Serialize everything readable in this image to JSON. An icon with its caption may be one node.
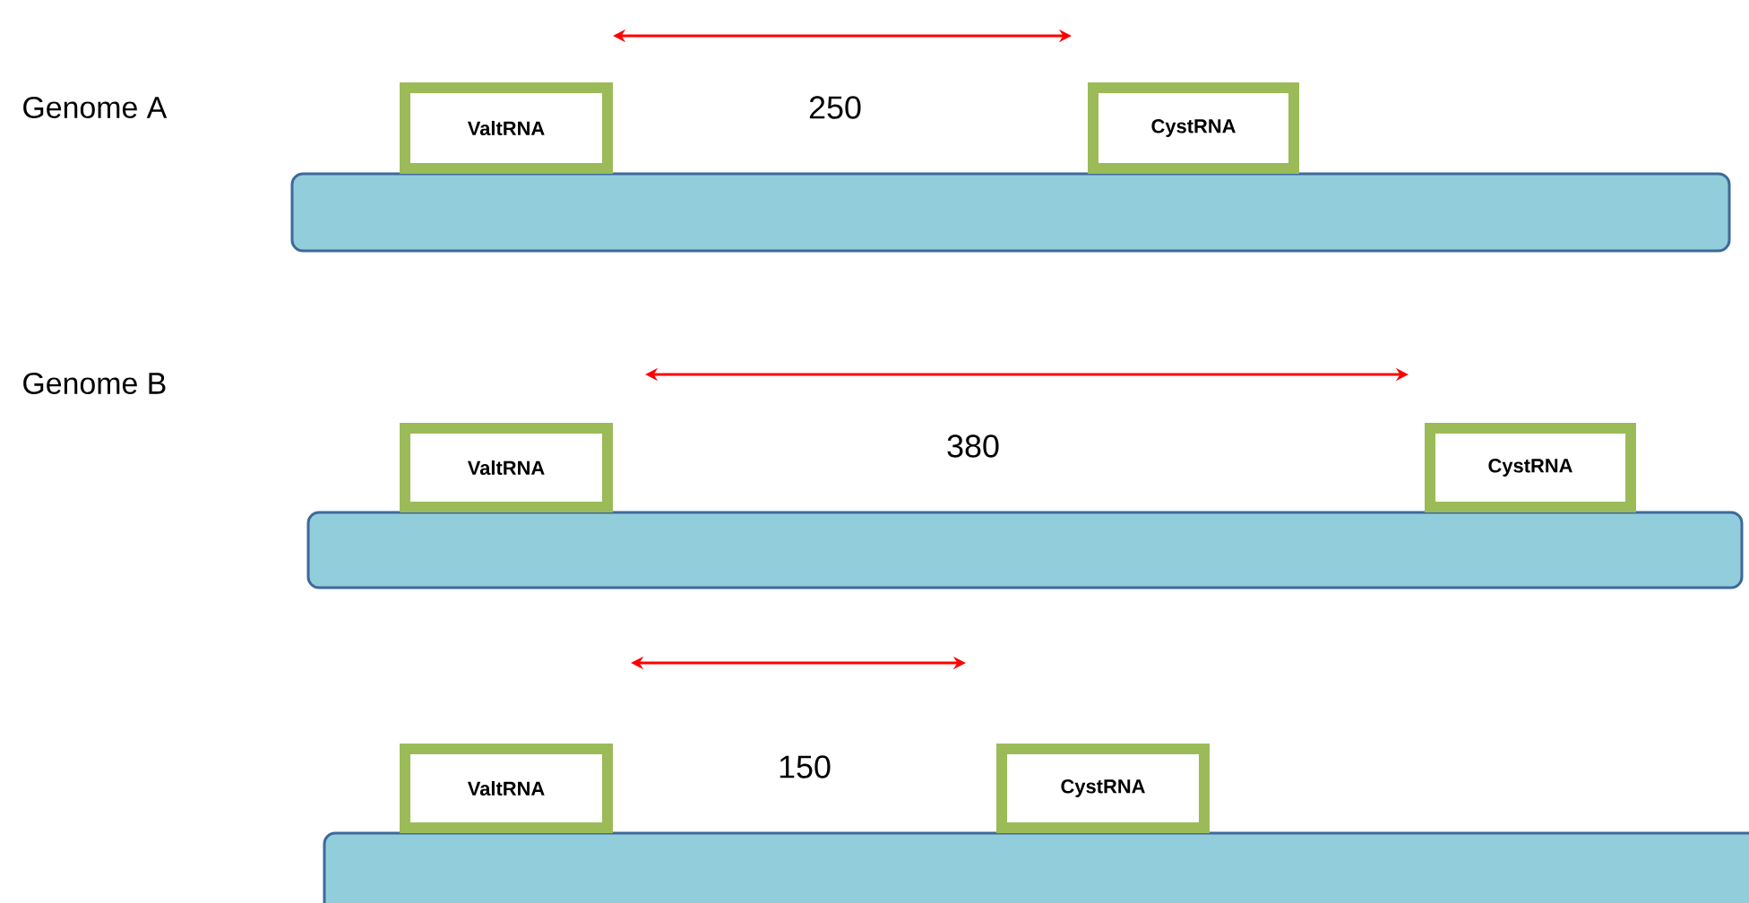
{
  "diagram": {
    "nodes": [
      {
        "text": [
          "ValtRNA"
        ]
      },
      {
        "text": [
          "CystRNA"
        ]
      },
      {
        "text": [],
        "shape": "bar"
      },
      {
        "text": [
          "ValtRNA"
        ]
      },
      {
        "text": [
          "CystRNA"
        ]
      },
      {
        "text": [],
        "shape": "bar"
      },
      {
        "text": [
          "ValtRNA"
        ]
      },
      {
        "text": [
          "CystRNA"
        ]
      },
      {
        "text": [],
        "shape": "bar"
      }
    ],
    "labels": [
      "Genome A",
      "250",
      "Genome B",
      "380",
      "150"
    ]
  }
}
